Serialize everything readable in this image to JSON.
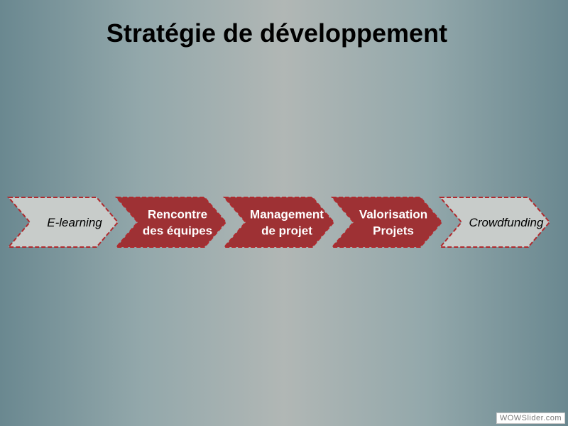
{
  "slide": {
    "title": "Stratégie de développement"
  },
  "process": {
    "steps": [
      {
        "lines": [
          "E-learning"
        ],
        "style": "light"
      },
      {
        "lines": [
          "Rencontre",
          "des équipes"
        ],
        "style": "dark"
      },
      {
        "lines": [
          "Management",
          "de projet"
        ],
        "style": "dark"
      },
      {
        "lines": [
          "Valorisation",
          "Projets"
        ],
        "style": "dark"
      },
      {
        "lines": [
          "Crowdfunding"
        ],
        "style": "light"
      }
    ]
  },
  "colors": {
    "dark_fill": "#9e3134",
    "light_fill": "#c8ccca",
    "outline": "#b02a2e"
  },
  "watermark": {
    "text": "WOWSlider.com"
  }
}
